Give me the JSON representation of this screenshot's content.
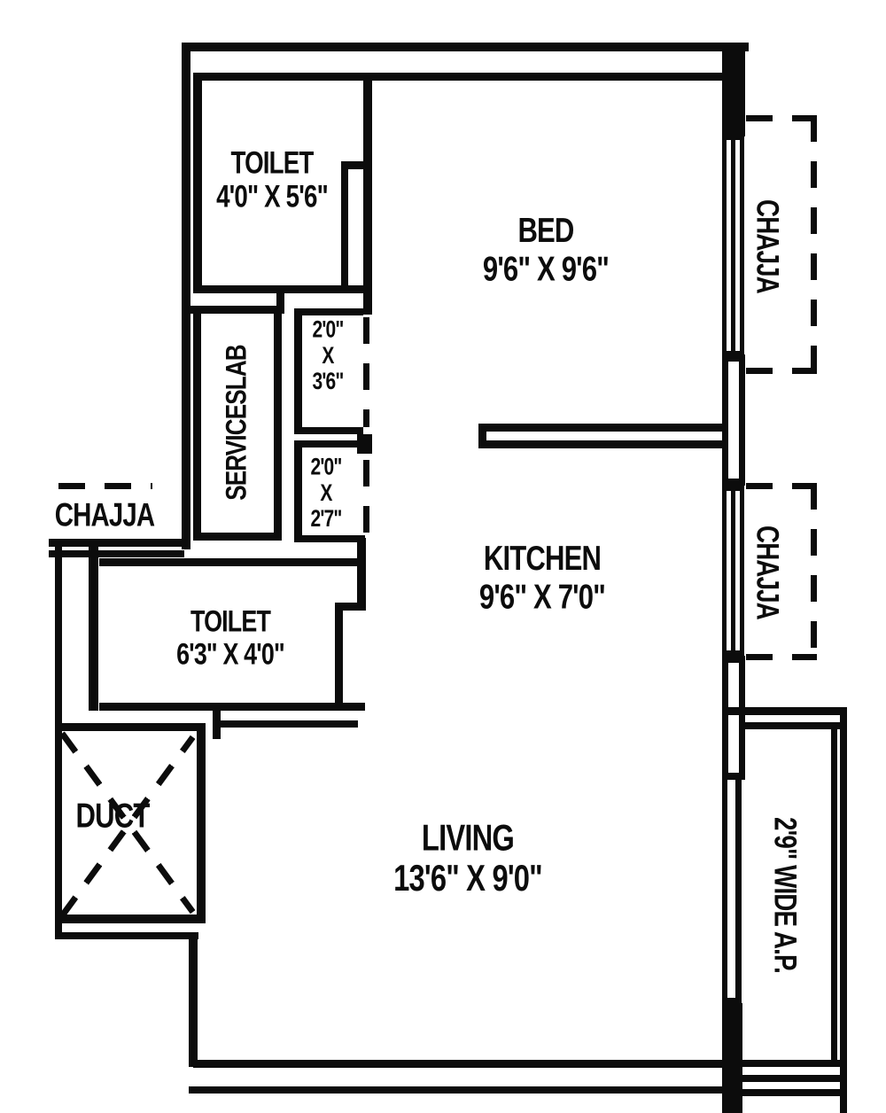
{
  "colors": {
    "wall": "#0c0c0c",
    "background": "#ffffff",
    "text": "#0c0c0c"
  },
  "rooms": {
    "toilet_top": {
      "name": "TOILET",
      "dims": "4'0\" X 5'6\""
    },
    "bed": {
      "name": "BED",
      "dims": "9'6\" X 9'6\""
    },
    "serviceslab": {
      "name": "SERVICESLAB"
    },
    "shaft_upper": {
      "line1": "2'0\"",
      "line2": "X",
      "line3": "3'6\""
    },
    "shaft_lower": {
      "line1": "2'0\"",
      "line2": "X",
      "line3": "2'7\""
    },
    "kitchen": {
      "name": "KITCHEN",
      "dims": "9'6\" X 7'0\""
    },
    "toilet_bottom": {
      "name": "TOILET",
      "dims": "6'3\" X 4'0\""
    },
    "duct": {
      "name": "DUCT"
    },
    "living": {
      "name": "LIVING",
      "dims": "13'6\" X 9'0\""
    }
  },
  "annotations": {
    "chajja_left": "CHAJJA",
    "chajja_right_top": "CHAJJA",
    "chajja_right_middle": "CHAJJA",
    "ap_passage": "2'9\" WIDE A.P."
  }
}
